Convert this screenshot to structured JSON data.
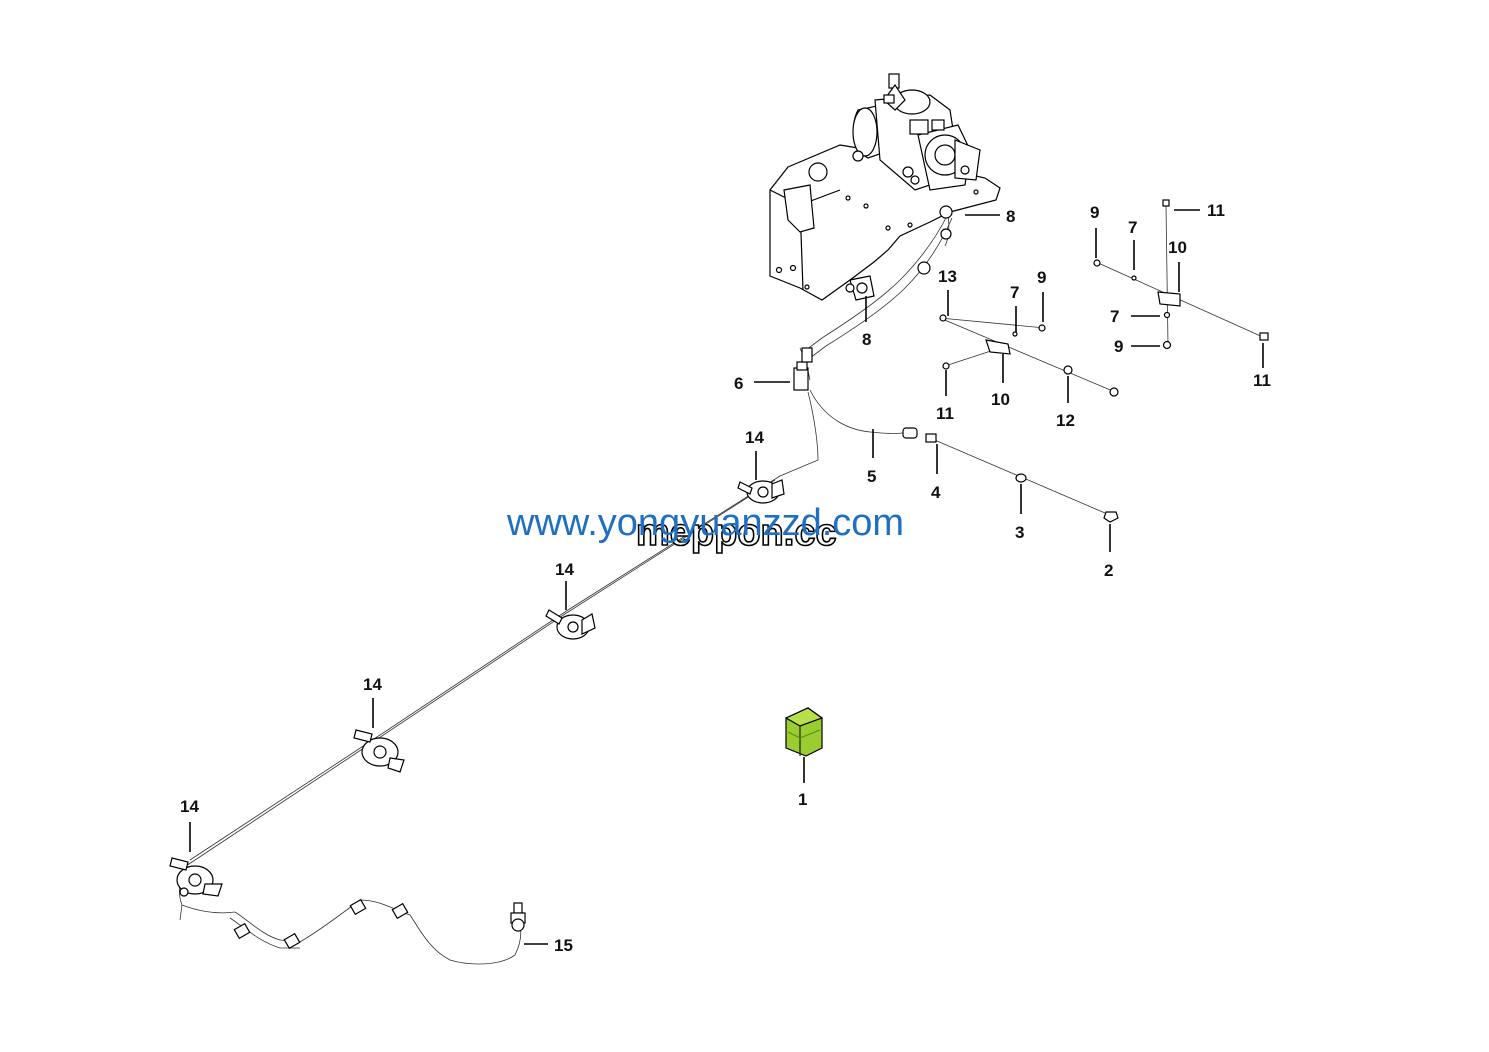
{
  "callouts": {
    "c1": "1",
    "c2": "2",
    "c3": "3",
    "c4": "4",
    "c5": "5",
    "c6": "6",
    "c8a": "8",
    "c8b": "8",
    "c9a": "9",
    "c9b": "9",
    "c9c": "9",
    "c7a": "7",
    "c7b": "7",
    "c7c": "7",
    "c10a": "10",
    "c10b": "10",
    "c11a": "11",
    "c11b": "11",
    "c11c": "11",
    "c12": "12",
    "c13": "13",
    "c14a": "14",
    "c14b": "14",
    "c14c": "14",
    "c14d": "14",
    "c15": "15"
  },
  "watermarks": {
    "primary": "www.yongyuanzzd.com",
    "secondary": "meppon.cc"
  },
  "colors": {
    "watermark_primary": "#1f6fc4",
    "switch_fill": "#9acd32",
    "switch_top": "#b8e04a"
  }
}
